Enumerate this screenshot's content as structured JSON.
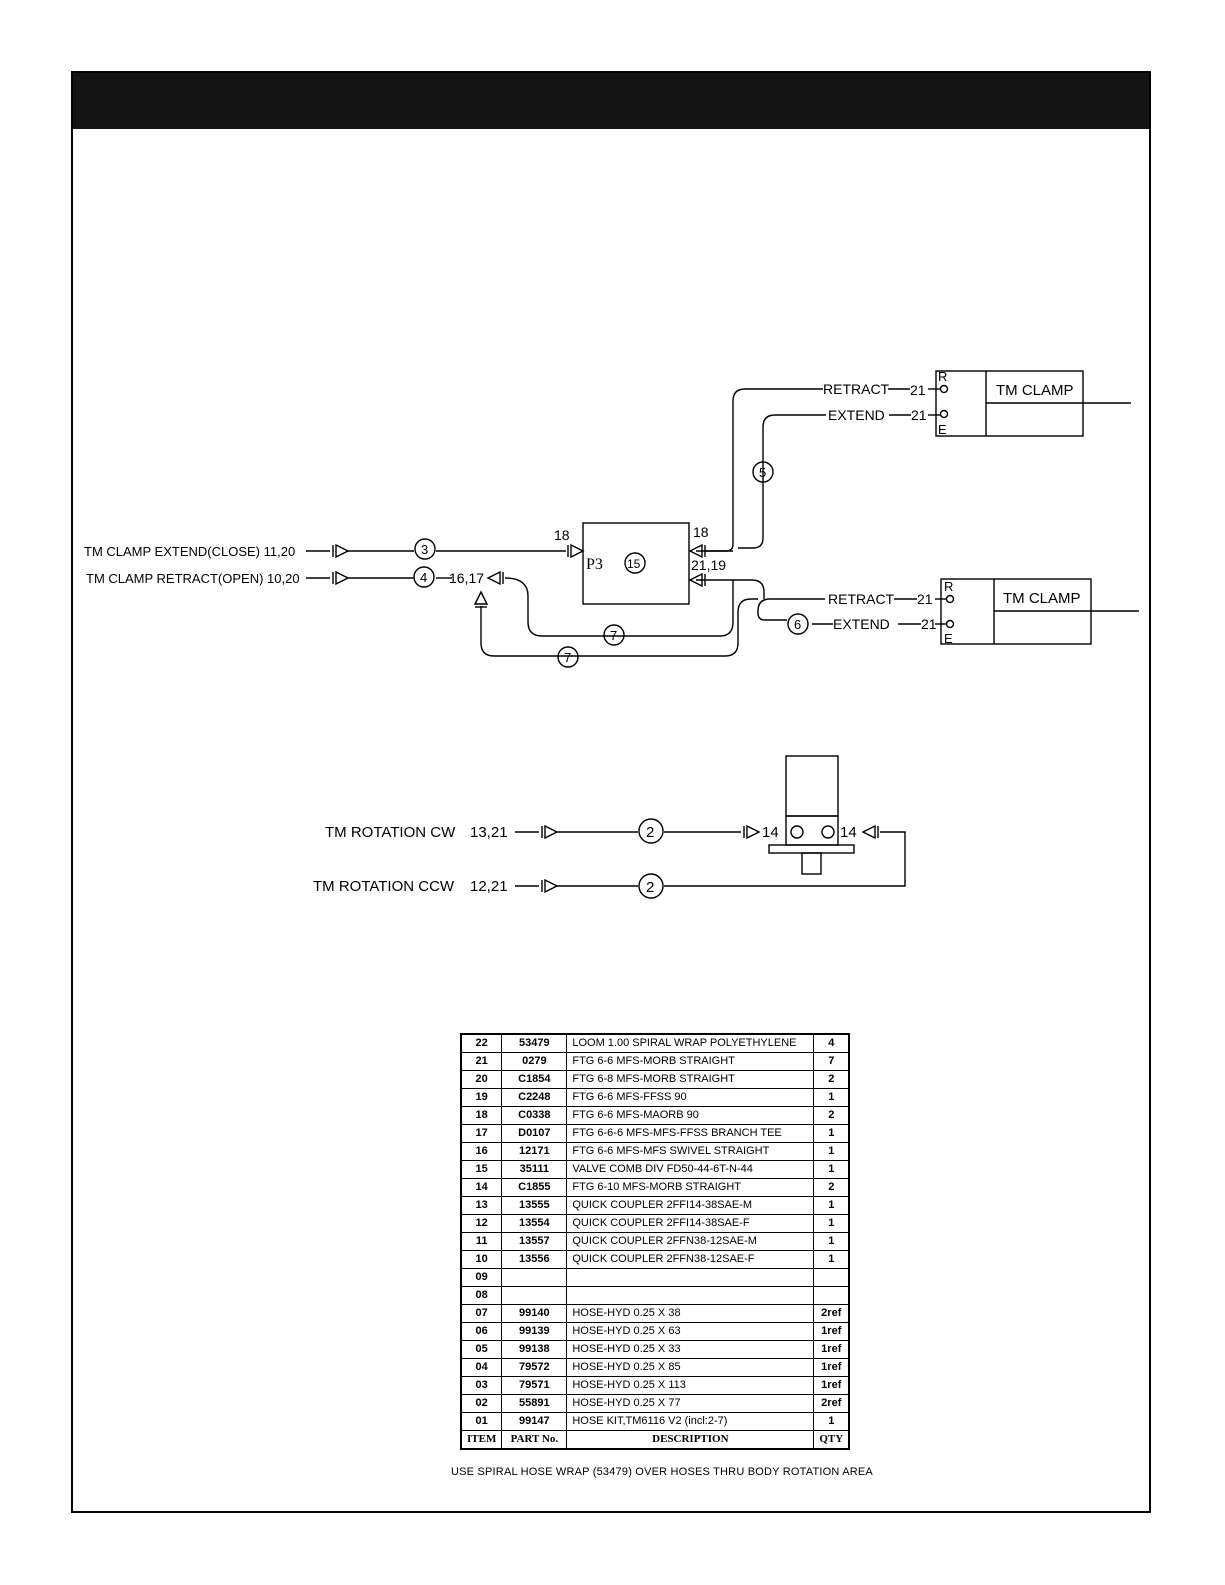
{
  "labels": {
    "tm_clamp": "TM CLAMP",
    "retract": "RETRACT",
    "extend": "EXTEND",
    "ref_21": "21",
    "ref_18": "18",
    "ref_21_19": "21,19",
    "ref_16_17": "16,17",
    "ref_14": "14",
    "port_r": "R",
    "port_e": "E",
    "valve": "P3",
    "balloon_15": "15",
    "balloon_3": "3",
    "balloon_4": "4",
    "balloon_5": "5",
    "balloon_6": "6",
    "balloon_7": "7",
    "balloon_2": "2",
    "clamp_extend_line": "TM CLAMP EXTEND(CLOSE) 11,20",
    "clamp_retract_line": "TM CLAMP RETRACT(OPEN) 10,20",
    "rotation_cw": "TM ROTATION CW",
    "rotation_cw_ref": "13,21",
    "rotation_ccw": "TM ROTATION CCW",
    "rotation_ccw_ref": "12,21"
  },
  "parts_table": {
    "rows": [
      {
        "item": "22",
        "part": "53479",
        "desc": "LOOM 1.00 SPIRAL WRAP POLYETHYLENE",
        "qty": "4"
      },
      {
        "item": "21",
        "part": "0279",
        "desc": "FTG 6-6 MFS-MORB STRAIGHT",
        "qty": "7"
      },
      {
        "item": "20",
        "part": "C1854",
        "desc": "FTG 6-8 MFS-MORB STRAIGHT",
        "qty": "2"
      },
      {
        "item": "19",
        "part": "C2248",
        "desc": "FTG 6-6 MFS-FFSS 90",
        "qty": "1"
      },
      {
        "item": "18",
        "part": "C0338",
        "desc": "FTG 6-6 MFS-MAORB 90",
        "qty": "2"
      },
      {
        "item": "17",
        "part": "D0107",
        "desc": "FTG 6-6-6 MFS-MFS-FFSS BRANCH TEE",
        "qty": "1"
      },
      {
        "item": "16",
        "part": "12171",
        "desc": "FTG 6-6 MFS-MFS SWIVEL STRAIGHT",
        "qty": "1"
      },
      {
        "item": "15",
        "part": "35111",
        "desc": "VALVE COMB DIV FD50-44-6T-N-44",
        "qty": "1"
      },
      {
        "item": "14",
        "part": "C1855",
        "desc": "FTG 6-10 MFS-MORB STRAIGHT",
        "qty": "2"
      },
      {
        "item": "13",
        "part": "13555",
        "desc": "QUICK COUPLER 2FFI14-38SAE-M",
        "qty": "1"
      },
      {
        "item": "12",
        "part": "13554",
        "desc": "QUICK COUPLER 2FFI14-38SAE-F",
        "qty": "1"
      },
      {
        "item": "11",
        "part": "13557",
        "desc": "QUICK COUPLER 2FFN38-12SAE-M",
        "qty": "1"
      },
      {
        "item": "10",
        "part": "13556",
        "desc": "QUICK COUPLER 2FFN38-12SAE-F",
        "qty": "1"
      },
      {
        "item": "09",
        "part": "",
        "desc": "",
        "qty": ""
      },
      {
        "item": "08",
        "part": "",
        "desc": "",
        "qty": ""
      },
      {
        "item": "07",
        "part": "99140",
        "desc": "HOSE-HYD 0.25 X 38",
        "qty": "2ref"
      },
      {
        "item": "06",
        "part": "99139",
        "desc": "HOSE-HYD 0.25 X 63",
        "qty": "1ref"
      },
      {
        "item": "05",
        "part": "99138",
        "desc": "HOSE-HYD 0.25 X 33",
        "qty": "1ref"
      },
      {
        "item": "04",
        "part": "79572",
        "desc": "HOSE-HYD 0.25 X 85",
        "qty": "1ref"
      },
      {
        "item": "03",
        "part": "79571",
        "desc": "HOSE-HYD 0.25 X 113",
        "qty": "1ref"
      },
      {
        "item": "02",
        "part": "55891",
        "desc": "HOSE-HYD 0.25 X 77",
        "qty": "2ref"
      },
      {
        "item": "01",
        "part": "99147",
        "desc": "HOSE KIT,TM6116 V2 (incl:2-7)",
        "qty": "1"
      }
    ],
    "header": {
      "item": "ITEM",
      "part": "PART No.",
      "desc": "DESCRIPTION",
      "qty": "QTY"
    }
  },
  "footnote": "USE SPIRAL HOSE WRAP (53479) OVER HOSES THRU BODY ROTATION AREA"
}
